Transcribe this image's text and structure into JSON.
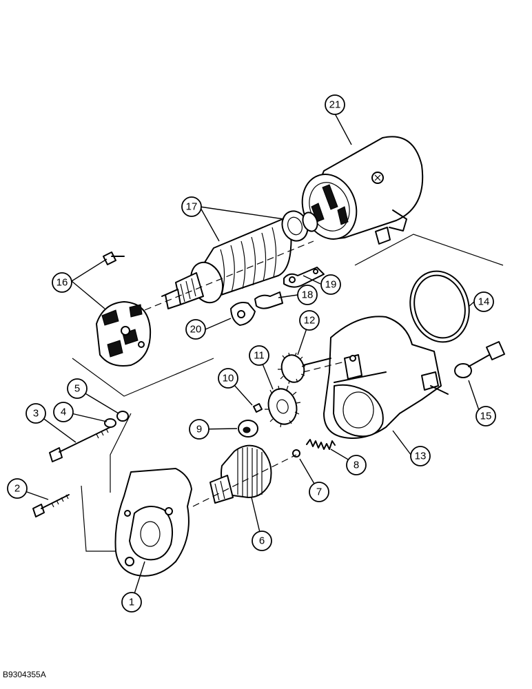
{
  "diagram": {
    "reference_code": "B9304355A",
    "callouts": [
      "1",
      "2",
      "3",
      "4",
      "5",
      "6",
      "7",
      "8",
      "9",
      "10",
      "11",
      "12",
      "13",
      "14",
      "15",
      "16",
      "17",
      "18",
      "19",
      "20",
      "21"
    ]
  }
}
